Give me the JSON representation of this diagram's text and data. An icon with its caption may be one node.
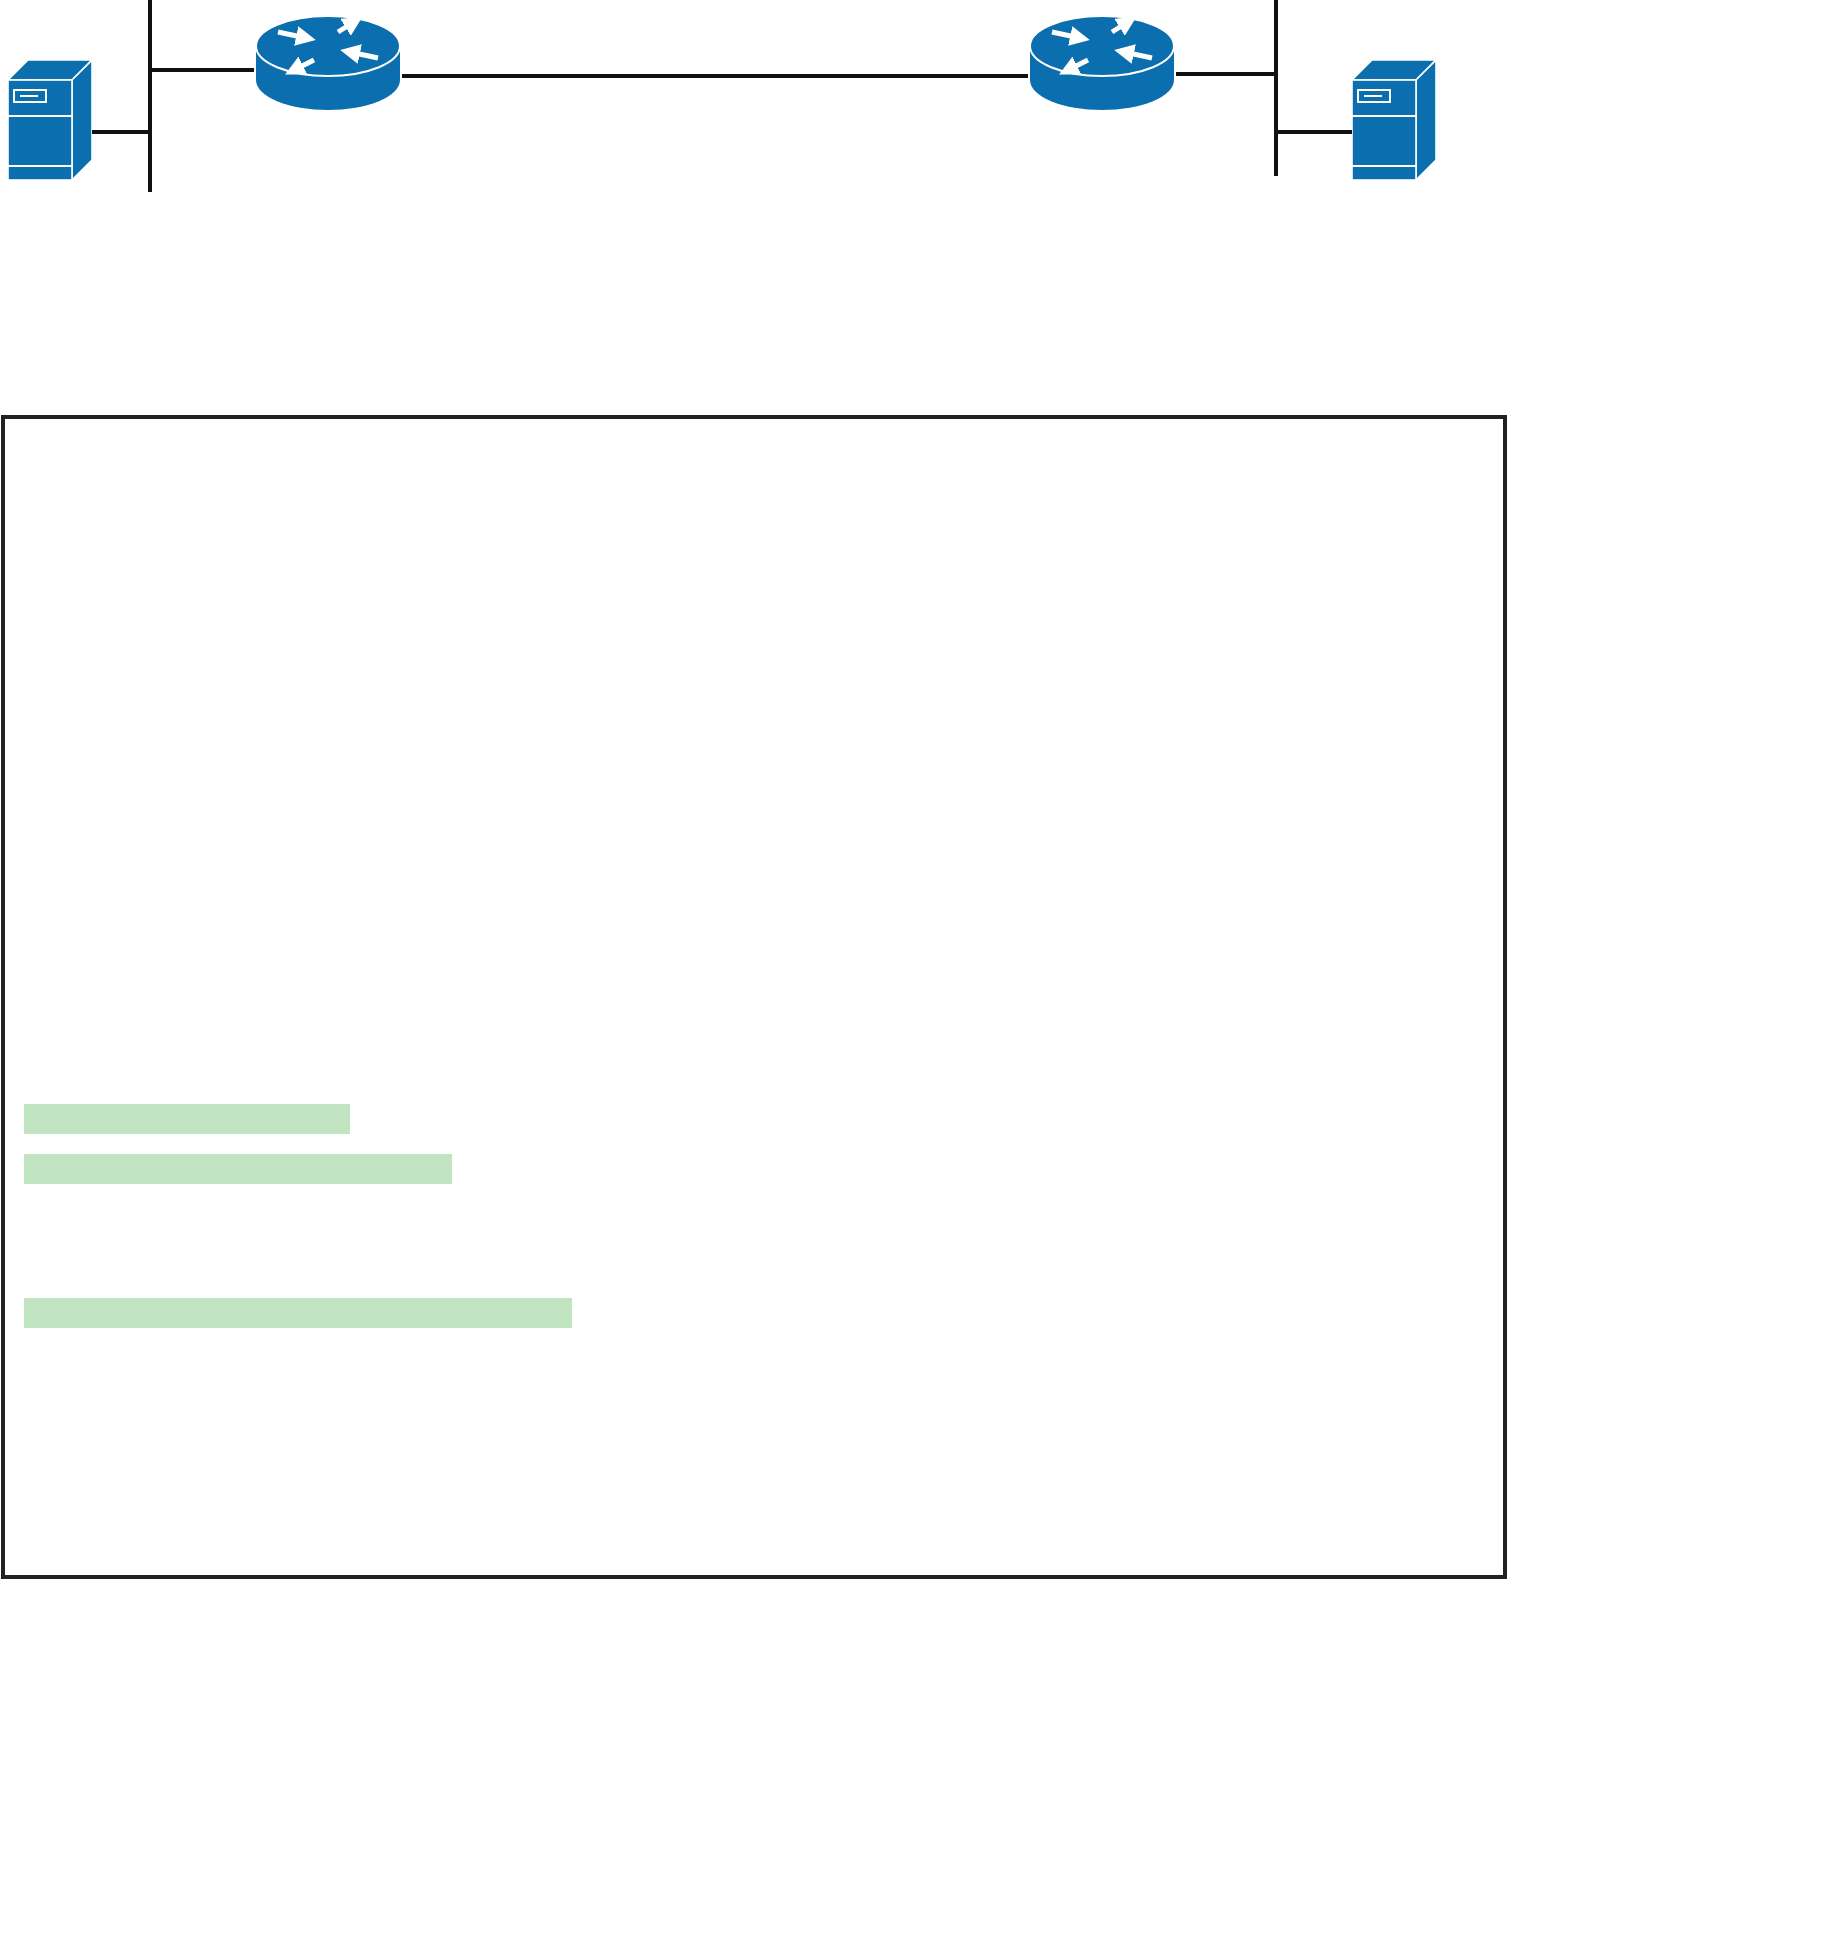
{
  "diagram": {
    "nodes": [
      {
        "text": [],
        "shape": "server"
      },
      {
        "text": [],
        "shape": "bar"
      },
      {
        "text": [],
        "shape": "cylinder"
      },
      {
        "text": [],
        "shape": "cylinder"
      },
      {
        "text": [],
        "shape": "bar"
      },
      {
        "text": [],
        "shape": "server"
      }
    ],
    "edges": [
      {
        "from": 0,
        "to": 1,
        "arrow": "none"
      },
      {
        "from": 1,
        "to": 2,
        "arrow": "none"
      },
      {
        "from": 2,
        "to": 3,
        "arrow": "none"
      },
      {
        "from": 3,
        "to": 4,
        "arrow": "none"
      },
      {
        "from": 4,
        "to": 5,
        "arrow": "none"
      }
    ]
  }
}
